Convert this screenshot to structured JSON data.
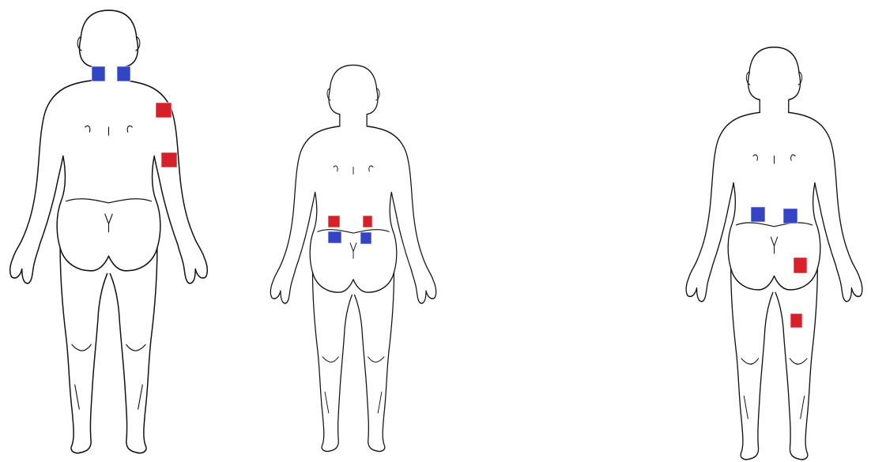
{
  "diagram": {
    "colors": {
      "background": "#ffffff",
      "outline": "#111111",
      "electrode_blue": "#3344c4",
      "electrode_red": "#d8202b"
    },
    "figures": [
      {
        "name": "figure-1-back-view",
        "electrodes": [
          {
            "site": "left-upper-trapezius",
            "color": "blue"
          },
          {
            "site": "right-upper-trapezius",
            "color": "blue"
          },
          {
            "site": "right-upper-arm-upper",
            "color": "red"
          },
          {
            "site": "right-upper-arm-lower",
            "color": "red"
          }
        ]
      },
      {
        "name": "figure-2-back-view",
        "electrodes": [
          {
            "site": "left-lower-back-upper",
            "color": "red"
          },
          {
            "site": "right-lower-back-upper",
            "color": "red"
          },
          {
            "site": "left-lower-back-lower",
            "color": "blue"
          },
          {
            "site": "right-lower-back-lower",
            "color": "blue"
          }
        ]
      },
      {
        "name": "figure-3-back-view",
        "electrodes": [
          {
            "site": "left-lower-back",
            "color": "blue"
          },
          {
            "site": "right-lower-back",
            "color": "blue"
          },
          {
            "site": "right-buttock-hip",
            "color": "red"
          },
          {
            "site": "right-posterior-thigh",
            "color": "red"
          }
        ]
      }
    ]
  }
}
